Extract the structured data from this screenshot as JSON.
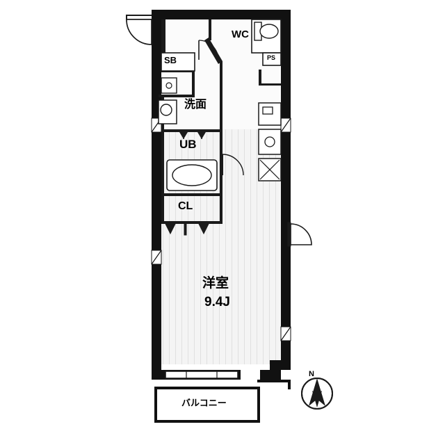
{
  "plan": {
    "title": "apartment-floor-plan",
    "background_color": "#ffffff",
    "wall_color": "#1a1a1a",
    "room_fill": "#f2f2f2",
    "hatch_color": "#dcdcdc"
  },
  "labels": {
    "wc": "WC",
    "sb": "SB",
    "ps": "PS",
    "senmen": "洗面",
    "ub": "UB",
    "cl": "CL",
    "washitsu": "洋室",
    "area": "9.4J",
    "balcony": "バルコニー",
    "north": "N"
  },
  "compass": {
    "letter": "N",
    "label": "north-compass"
  }
}
